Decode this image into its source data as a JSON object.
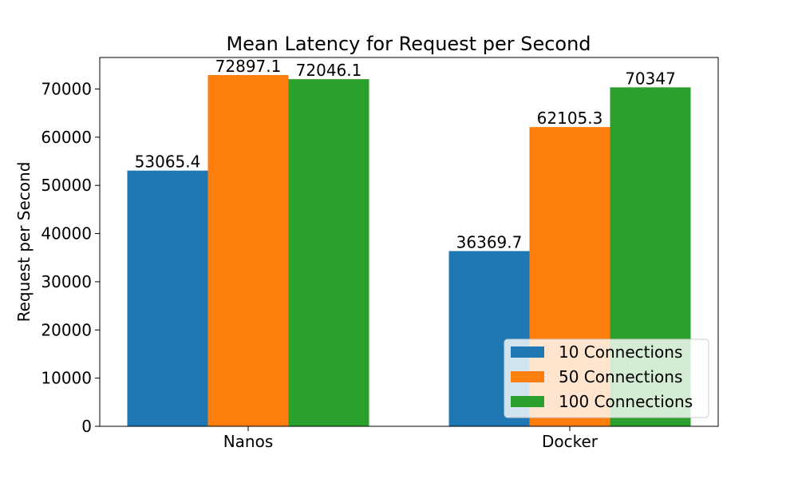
{
  "chart_data": {
    "type": "bar",
    "title": "Mean Latency for Request per Second",
    "xlabel": "",
    "ylabel": "Request per Second",
    "categories": [
      "Nanos",
      "Docker"
    ],
    "series": [
      {
        "name": "10 Connections",
        "values": [
          53065.4,
          36369.7
        ],
        "labels": [
          "53065.4",
          "36369.7"
        ],
        "color": "#1f77b4"
      },
      {
        "name": "50 Connections",
        "values": [
          72897.1,
          62105.3
        ],
        "labels": [
          "72897.1",
          "62105.3"
        ],
        "color": "#ff7f0e"
      },
      {
        "name": "100 Connections",
        "values": [
          72046.1,
          70347
        ],
        "labels": [
          "72046.1",
          "70347"
        ],
        "color": "#2ca02c"
      }
    ],
    "ylim": [
      0,
      76543.0
    ],
    "yticks": [
      0,
      10000,
      20000,
      30000,
      40000,
      50000,
      60000,
      70000
    ],
    "grid": false,
    "legend_position": "lower right"
  }
}
